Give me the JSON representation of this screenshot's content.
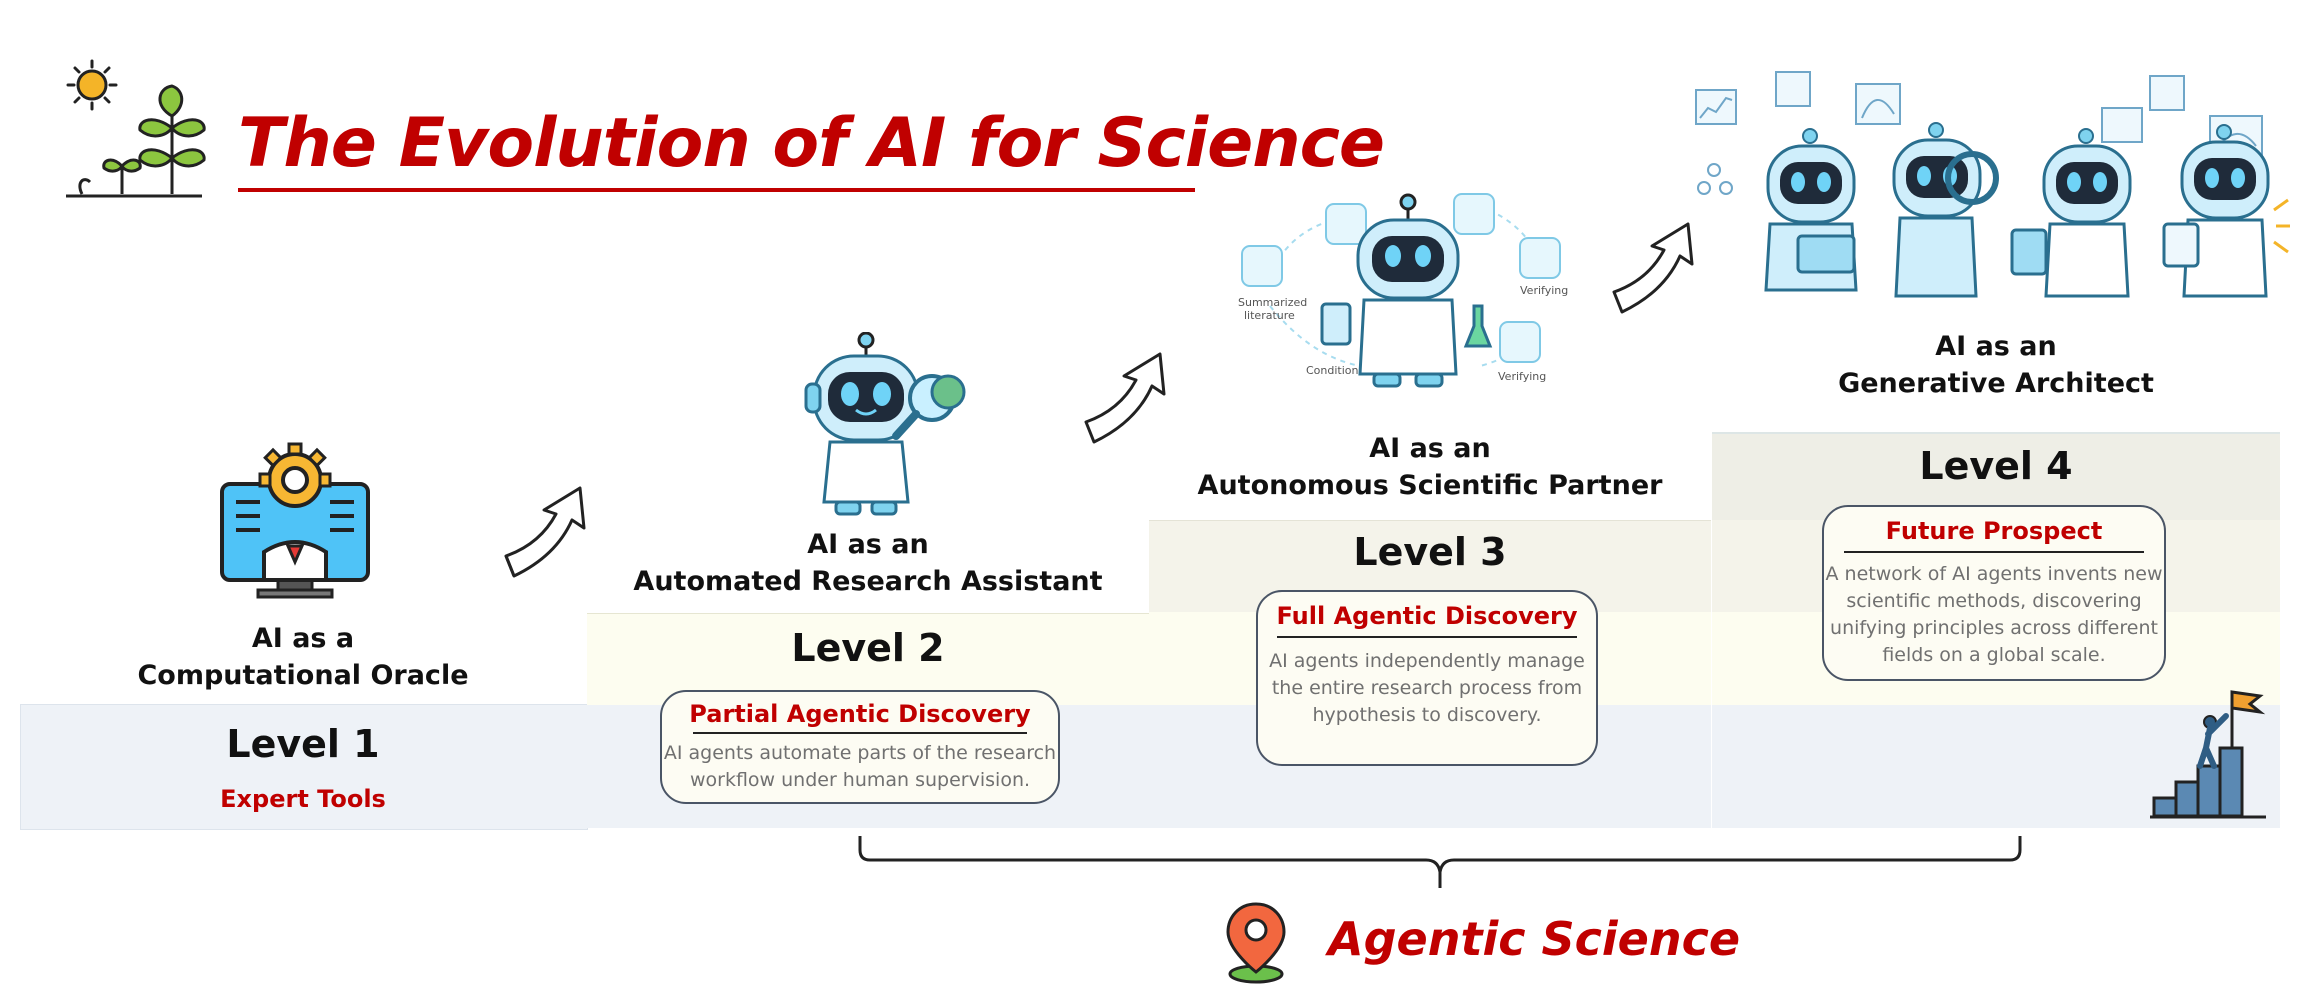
{
  "title": "The Evolution of AI for Science",
  "colors": {
    "accent_red": "#c00000",
    "band_level1": "#eef2f7",
    "band_level2": "#fdfdf0",
    "band_level3": "#f4f3ea",
    "band_level4": "#eeeee6"
  },
  "levels": [
    {
      "name": "Level 1",
      "role_line1": "AI as a",
      "role_line2": "Computational Oracle",
      "subtitle": "Expert Tools",
      "icon": "computer-gear-icon"
    },
    {
      "name": "Level 2",
      "role_line1": "AI as an",
      "role_line2": "Automated Research Assistant",
      "card_title": "Partial Agentic Discovery",
      "card_desc_lines": [
        "AI agents automate parts of the research",
        "workflow under human supervision."
      ],
      "icon": "robot-magnifier-icon"
    },
    {
      "name": "Level 3",
      "role_line1": "AI as an",
      "role_line2": "Autonomous Scientific Partner",
      "card_title": "Full Agentic Discovery",
      "card_desc_lines": [
        "AI agents independently manage",
        "the entire research process from",
        "hypothesis to discovery."
      ],
      "icon": "robot-scientist-icon"
    },
    {
      "name": "Level 4",
      "role_line1": "AI as an",
      "role_line2": "Generative Architect",
      "card_title": "Future Prospect",
      "card_desc_lines": [
        "A network of AI agents invents new",
        "scientific methods, discovering",
        "unifying principles across different",
        "fields on a global scale."
      ],
      "icon": "robot-team-icon"
    }
  ],
  "illustration_labels": {
    "summarized_literature_1": "Summarized",
    "summarized_literature_2": "literature",
    "conditions": "Conditions",
    "verifying_1": "Verifying",
    "verifying_2": "Verifying"
  },
  "footer": {
    "label": "Agentic Science",
    "icon": "location-pin-icon"
  },
  "icons": [
    "sun-icon",
    "sprout-icon",
    "arrow-up-icon",
    "flag-summit-icon",
    "brace-icon"
  ]
}
